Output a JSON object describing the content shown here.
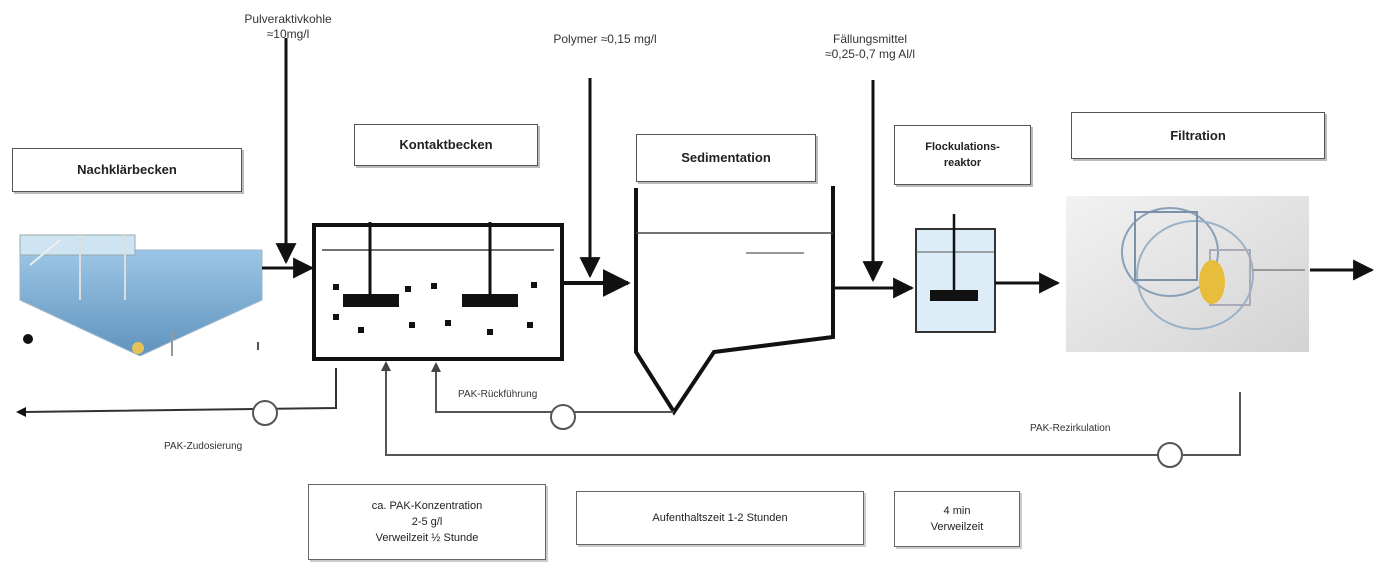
{
  "stages": {
    "nachklaer": "Nachklärbecken",
    "kontakt": "Kontaktbecken",
    "sediment": "Sedimentation",
    "flockung": [
      "Flockulations-",
      "reaktor"
    ],
    "filtration": "Filtration"
  },
  "dosing": {
    "pak": [
      "Pulveraktivkohle",
      "≈10mg/l"
    ],
    "polymer": "Polymer ≈0,15 mg/l",
    "faellmittel": [
      "Fällungsmittel",
      "≈0,25-0,7 mg Al/l"
    ]
  },
  "flows": {
    "pak_zudosierung": "PAK-Zudosierung",
    "pak_rueckfuehrung": "PAK-Rückführung",
    "pak_rezirkulation": "PAK-Rezirkulation"
  },
  "notes": {
    "pak_konzentration": [
      "ca. PAK-Konzentration",
      "2-5 g/l",
      "Verweilzeit ½ Stunde"
    ],
    "aufenthaltszeit": "Aufenthaltszeit 1-2 Stunden",
    "verweilzeit": [
      "4 min",
      "Verweilzeit"
    ]
  },
  "colors": {
    "water": "#7eb2d9",
    "water_light": "#cfe4f2",
    "line": "#111111"
  }
}
